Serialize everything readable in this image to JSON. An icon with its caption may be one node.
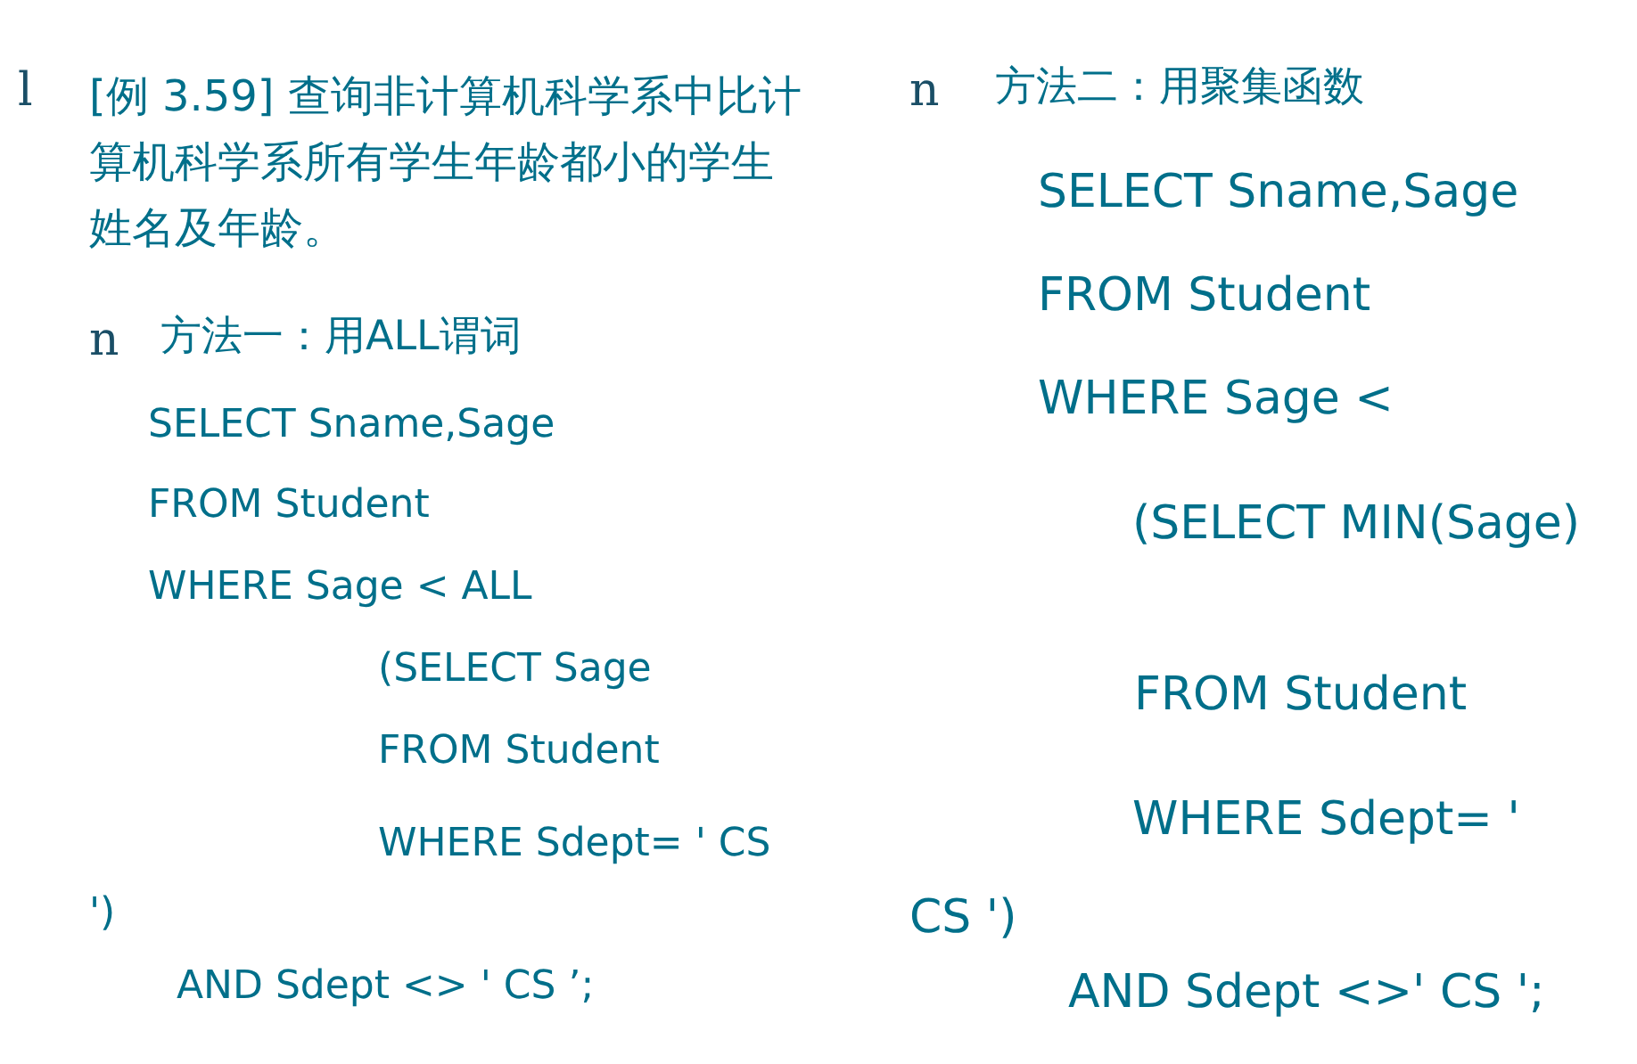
{
  "diagram": {
    "labels": [
      "l",
      "[例 3.59]  查询非计算机科学系中比计算机科学系所有学生年龄都小的学生姓名及年龄。",
      "n",
      "方法一：用ALL谓词",
      "SELECT Sname,Sage",
      "FROM Student",
      "WHERE Sage < ALL",
      "(SELECT Sage",
      "FROM Student",
      "WHERE Sdept= ' CS ')",
      "AND Sdept <> ' CS ’;",
      "n",
      "方法二：用聚集函数",
      "SELECT Sname,Sage",
      "FROM Student",
      "WHERE Sage <",
      "(SELECT MIN(Sage)",
      "FROM Student",
      "WHERE Sdept= ' CS ')",
      "AND Sdept <>' CS ';"
    ]
  }
}
